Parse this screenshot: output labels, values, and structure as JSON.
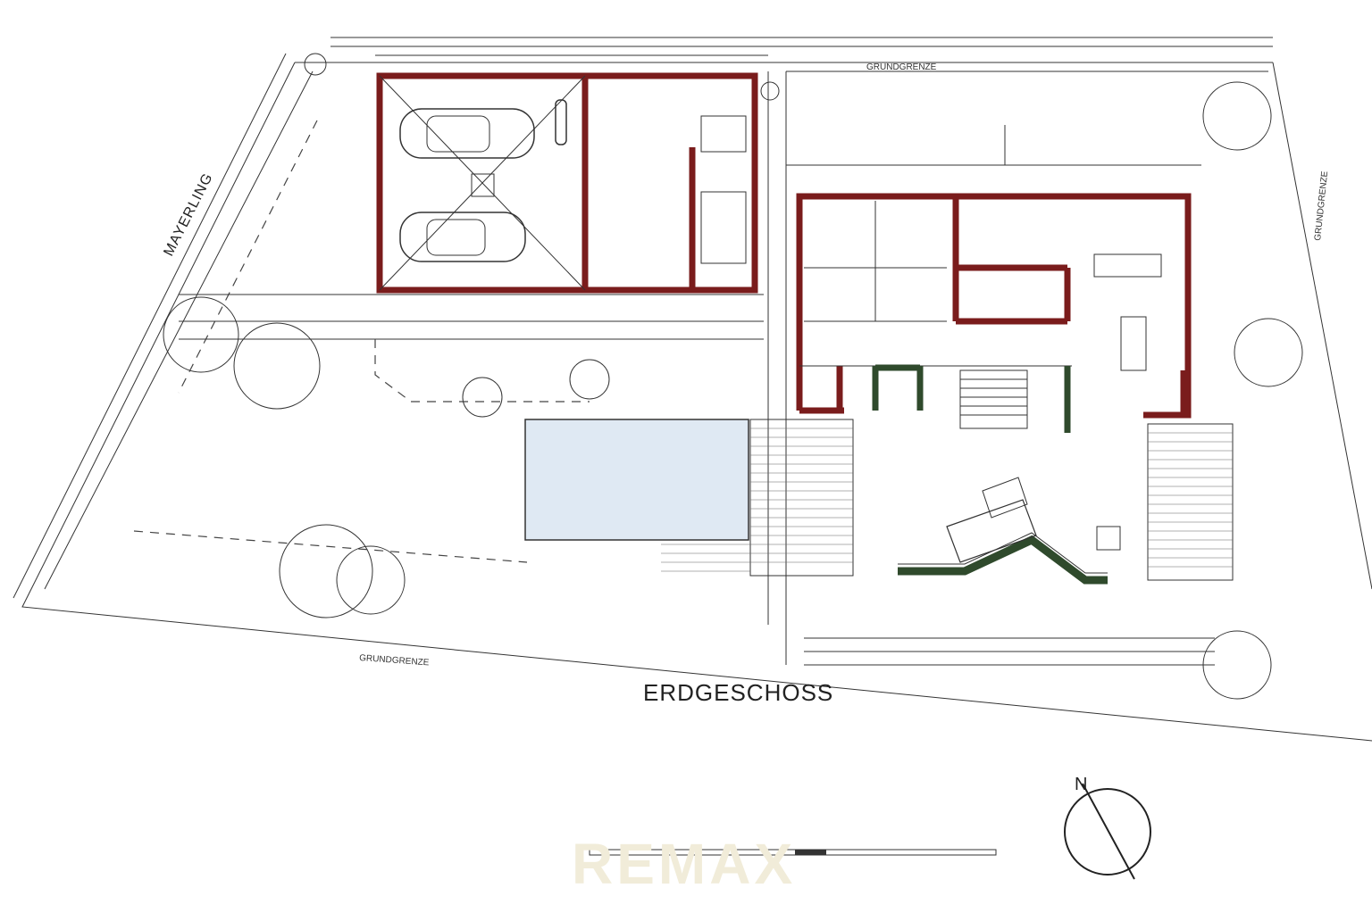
{
  "title": "ERDGESCHOSS",
  "street": "MAYERLING",
  "boundary_labels": {
    "top": "GRUNDGRENZE",
    "right": "GRUNDGRENZE",
    "bottom": "GRUNDGRENZE"
  },
  "north_label": "N",
  "watermark": "REMAX",
  "colors": {
    "wall": "#7a1c1c",
    "green_wall": "#2f4a2c",
    "pool": "#dfe9f3",
    "line": "#333333"
  }
}
